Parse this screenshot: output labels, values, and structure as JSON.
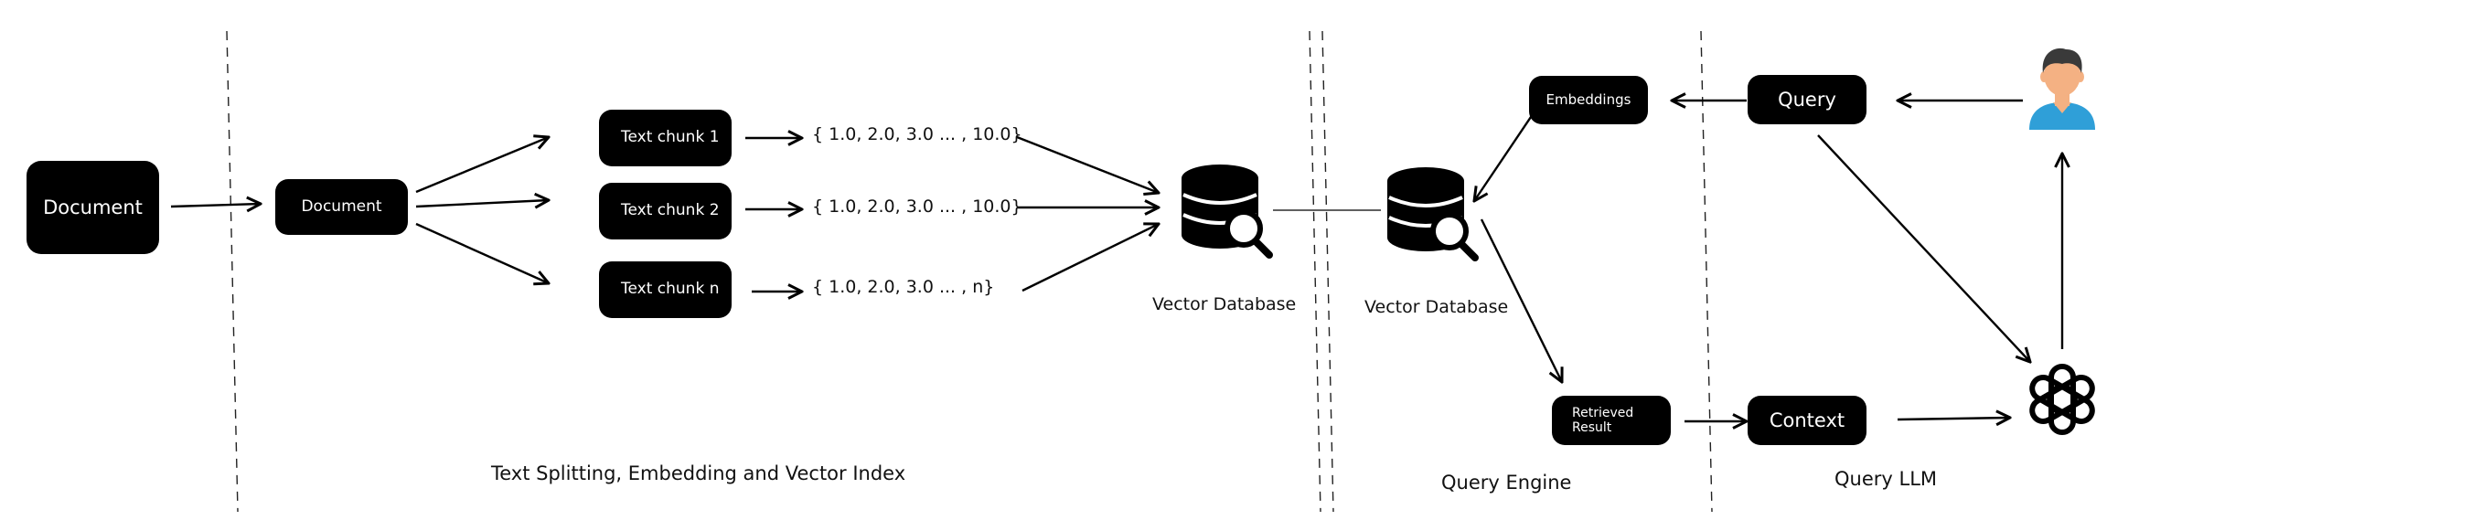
{
  "nodes": {
    "document_source": "Document",
    "document_split": "Document",
    "chunk_1": "Text chunk 1",
    "chunk_2": "Text chunk 2",
    "chunk_n": "Text chunk n",
    "embeddings": "Embeddings",
    "query": "Query",
    "retrieved_result": "Retrieved\nResult",
    "context": "Context"
  },
  "vectors": {
    "v1": "{ 1.0, 2.0, 3.0 ... , 10.0}",
    "v2": "{ 1.0, 2.0, 3.0 ... , 10.0}",
    "vn": "{ 1.0, 2.0, 3.0 ... , n}"
  },
  "databases": {
    "db_left": "Vector Database",
    "db_right": "Vector Database"
  },
  "sections": {
    "split": "Text Splitting, Embedding and Vector Index",
    "engine": "Query Engine",
    "llm": "Query LLM"
  },
  "icons": {
    "user": "user-avatar-icon",
    "llm": "openai-logo-icon",
    "database": "database-search-icon"
  },
  "colors": {
    "node_fill": "#000000",
    "node_text": "#ffffff",
    "user_skin": "#f4b183",
    "user_hair": "#3a3a3a",
    "user_shirt": "#2f9fd8"
  }
}
